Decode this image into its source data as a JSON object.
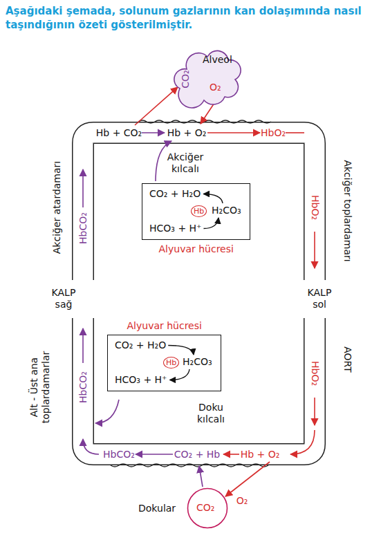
{
  "diagram": {
    "title": "Aşağıdaki şemada, solunum gazlarının kan dolaşımında nasıl taşındığının özeti gösterilmiştir.",
    "nodes": [
      {
        "text": [
          "Alveol",
          "CO₂",
          "O₂"
        ]
      },
      {
        "text": [
          "CO₂ + H₂O",
          "Hb",
          "H₂CO₃",
          "HCO₃ + H⁺",
          "Alyuvar hücresi"
        ]
      },
      {
        "text": [
          "Alyuvar hücresi",
          "CO₂ + H₂O",
          "Hb",
          "H₂CO₃",
          "HCO₃ + H⁺"
        ]
      },
      {
        "text": [
          "Dokular",
          "CO₂"
        ]
      }
    ],
    "labels": [
      "Hb + CO₂",
      "Hb + O₂",
      "HbO₂",
      "Akciğer kılcalı",
      "HbCO₂",
      "Akciğer atardamarı",
      "Akciğer toplardamarı",
      "HbO₂",
      "KALP sağ",
      "KALP sol",
      "AORT",
      "HbO₂",
      "Alt - Üst ana toplardamarlar",
      "HbCO₂",
      "Doku kılcalı",
      "HbCO₂",
      "CO₂ + Hb",
      "Hb + O₂",
      "O₂"
    ]
  }
}
